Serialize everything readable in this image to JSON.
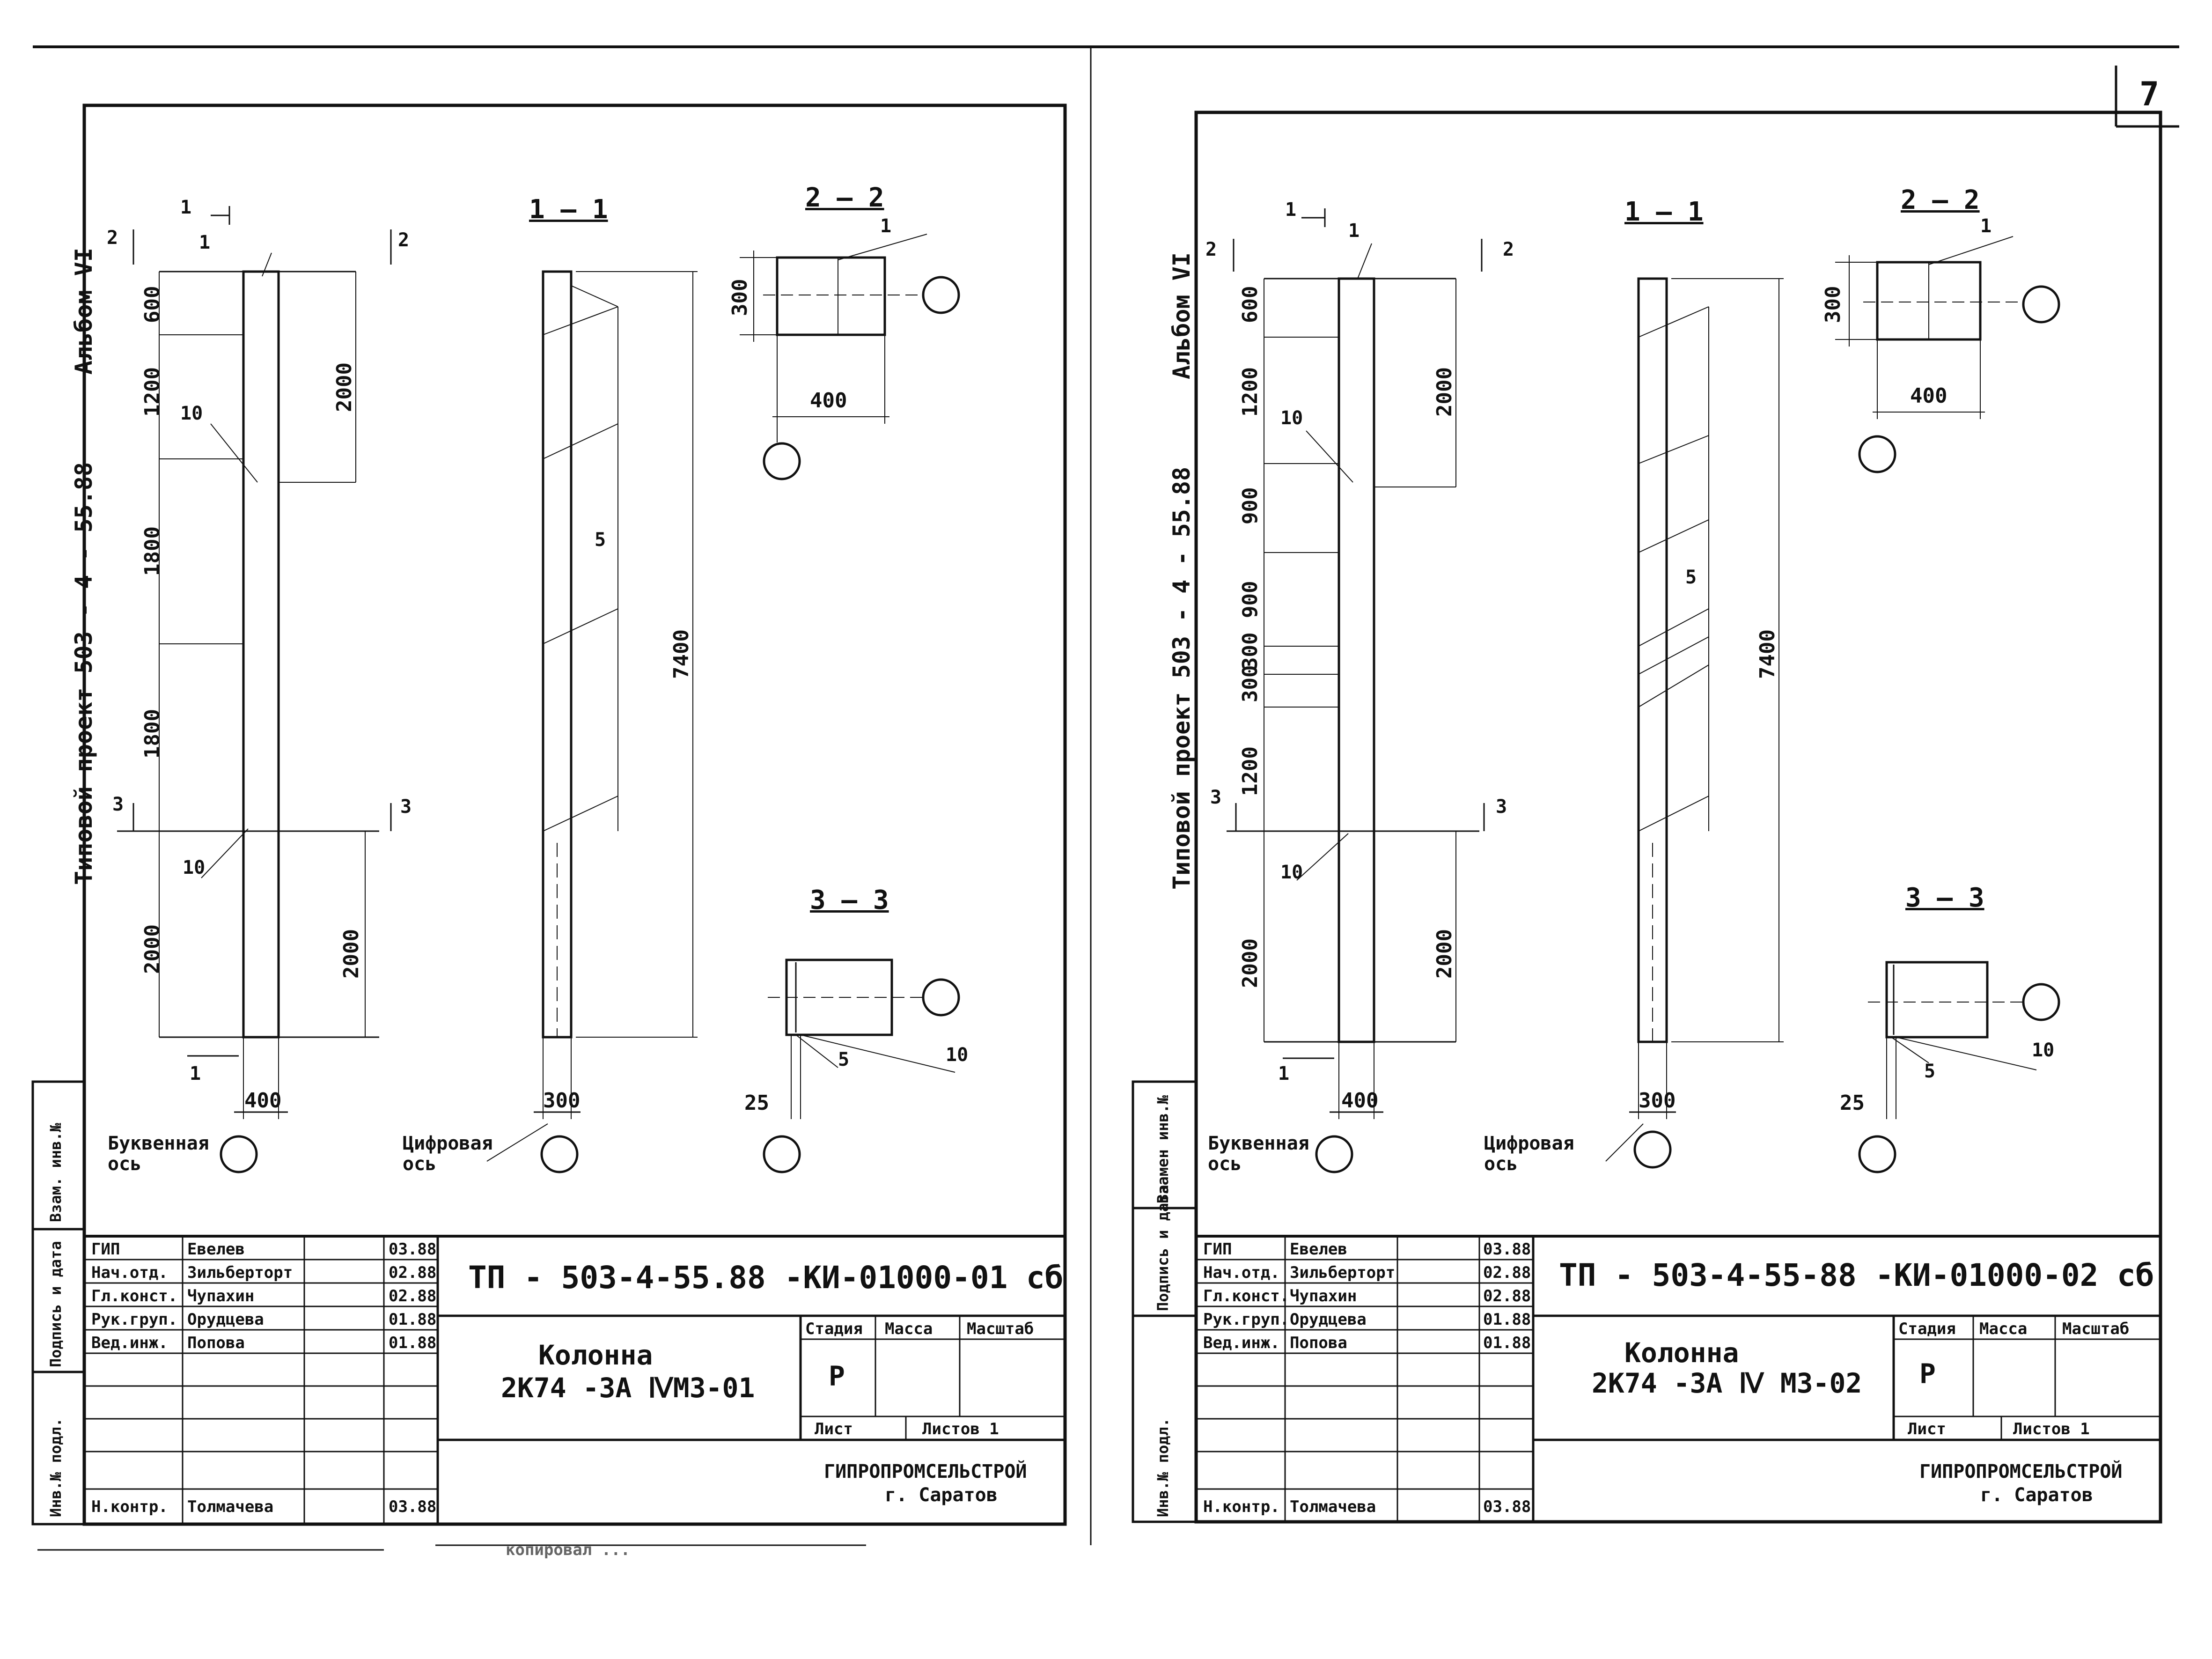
{
  "page_number": "7",
  "faint_bottom_note": "копировал  ...",
  "sheets": [
    {
      "side_text": "Типовой  проект   503 - 4 - 55.88",
      "album": "Альбом  VI",
      "code": "ТП - 503-4-55.88   -КИ-01000-01 сб",
      "name_line1": "Колонна",
      "name_line2": "2К74 -3А ⅣМ3-01",
      "org_line1": "ГИПРОПРОМСЕЛЬСТРОЙ",
      "org_line2": "г. Саратов",
      "stage_headers": [
        "Стадия",
        "Масса",
        "Масштаб"
      ],
      "stage_value": "Р",
      "sheet_label": "Лист",
      "sheets_label": "Листов 1",
      "signers": [
        {
          "role": "ГИП",
          "name": "Евелев",
          "date": "03.88"
        },
        {
          "role": "Нач.отд.",
          "name": "Зильберторт",
          "date": "02.88"
        },
        {
          "role": "Гл.конст.",
          "name": "Чупахин",
          "date": "02.88"
        },
        {
          "role": "Рук.груп.",
          "name": "Орудцева",
          "date": "01.88"
        },
        {
          "role": "Вед.инж.",
          "name": "Попова",
          "date": "01.88"
        }
      ],
      "norm_control": {
        "role": "Н.контр.",
        "name": "Толмачева",
        "date": "03.88"
      },
      "stamp_labels": [
        "Инв.№ подл.",
        "Подпись и дата",
        "Взам. инв.№"
      ],
      "axis_letter": "Буквенная ось",
      "axis_digit": "Цифровая ось",
      "section_labels": {
        "s11": "1 — 1",
        "s22": "2 — 2",
        "s33": "3 — 3"
      },
      "marks": {
        "m1": "1",
        "m2": "2",
        "m3": "3",
        "m10a": "10",
        "m10b": "10",
        "m5": "5",
        "m5b": "5",
        "m10c": "10",
        "pos1": "1",
        "pos1b": "1"
      },
      "dims_left": [
        "600",
        "1200",
        "1800",
        "1800",
        "2000"
      ],
      "dims_right": [
        "2000",
        "2000"
      ],
      "dim_total": "7400",
      "width_main": "400",
      "width_side": "300",
      "s22_h": "300",
      "s22_w": "400",
      "s33_25": "25"
    },
    {
      "side_text": "Типовой  проект   503 - 4 - 55.88",
      "album": "Альбом  VI",
      "code": "ТП - 503-4-55-88 -КИ-01000-02 сб",
      "name_line1": "Колонна",
      "name_line2": "2К74 -3А Ⅳ М3-02",
      "org_line1": "ГИПРОПРОМСЕЛЬСТРОЙ",
      "org_line2": "г. Саратов",
      "stage_headers": [
        "Стадия",
        "Масса",
        "Масштаб"
      ],
      "stage_value": "Р",
      "sheet_label": "Лист",
      "sheets_label": "Листов 1",
      "signers": [
        {
          "role": "ГИП",
          "name": "Евелев",
          "date": "03.88"
        },
        {
          "role": "Нач.отд.",
          "name": "Зильберторт",
          "date": "02.88"
        },
        {
          "role": "Гл.конст.",
          "name": "Чупахин",
          "date": "02.88"
        },
        {
          "role": "Рук.груп.",
          "name": "Орудцева",
          "date": "01.88"
        },
        {
          "role": "Вед.инж.",
          "name": "Попова",
          "date": "01.88"
        }
      ],
      "norm_control": {
        "role": "Н.контр.",
        "name": "Толмачева",
        "date": "03.88"
      },
      "stamp_labels": [
        "Инв.№ подл.",
        "Подпись и дата",
        "Взамен инв.№"
      ],
      "axis_letter": "Буквенная ось",
      "axis_digit": "Цифровая ось",
      "section_labels": {
        "s11": "1 — 1",
        "s22": "2 — 2",
        "s33": "3 — 3"
      },
      "marks": {
        "m1": "1",
        "m2": "2",
        "m3": "3",
        "m10a": "10",
        "m10b": "10",
        "m5": "5",
        "m5b": "5",
        "m10c": "10",
        "pos1": "1",
        "pos1b": "1"
      },
      "dims_left": [
        "600",
        "1200",
        "900",
        "900",
        "300",
        "300",
        "1200",
        "2000"
      ],
      "dims_right": [
        "2000",
        "2000"
      ],
      "dim_total": "7400",
      "width_main": "400",
      "width_side": "300",
      "s22_h": "300",
      "s22_w": "400",
      "s33_25": "25"
    }
  ]
}
